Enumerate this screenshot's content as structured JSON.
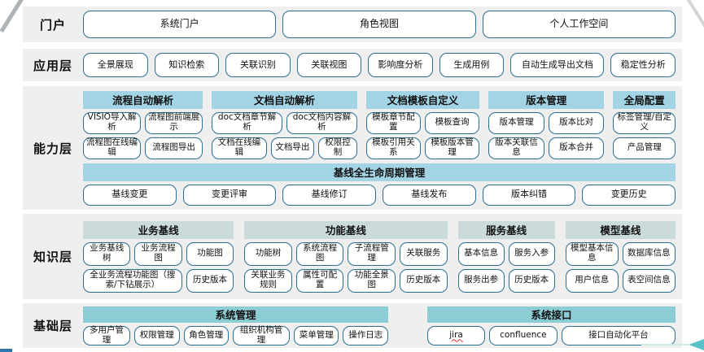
{
  "colors": {
    "band_background": "#efefef",
    "box_border": "#2b6f90",
    "capability_header": "#a3d4e5",
    "knowledge_header": "#cbdbdc",
    "base_header": "#8cccd4",
    "arrow_accent": "#5bc1c8",
    "bottom_left_accent": "#2e78ad",
    "spell_underline": "#e03030"
  },
  "layers": [
    {
      "id": "portal",
      "label": "门户",
      "rows": [
        [
          "系统门户",
          "角色视图",
          "个人工作空间"
        ]
      ]
    },
    {
      "id": "application",
      "label": "应用层",
      "rows": [
        [
          "全景展现",
          "知识检索",
          "关联识别",
          "关联视图",
          "影响度分析",
          "生成用例",
          "自动生成导出文档",
          "稳定性分析"
        ]
      ]
    },
    {
      "id": "capability",
      "label": "能力层",
      "groups": [
        {
          "header": "流程自动解析",
          "rows": [
            [
              "VISIO导入解析",
              "流程图前端展示"
            ],
            [
              "流程图在线编辑",
              "流程图导出"
            ]
          ]
        },
        {
          "header": "文档自动解析",
          "rows": [
            [
              "doc文档章节解析",
              "doc文档内容解析"
            ],
            [
              "文档在线编辑",
              "文档导出",
              "权限控制"
            ]
          ]
        },
        {
          "header": "文档模板自定义",
          "rows": [
            [
              "模板章节配置",
              "模板查询"
            ],
            [
              "模板引用关系",
              "模板版本管理"
            ]
          ]
        },
        {
          "header": "版本管理",
          "rows": [
            [
              "版本管理",
              "版本比对"
            ],
            [
              "版本关联信息",
              "版本合并"
            ]
          ]
        },
        {
          "header": "全局配置",
          "rows": [
            [
              "标签管理/自定义"
            ],
            [
              "产品管理"
            ]
          ]
        }
      ],
      "baseline": {
        "header": "基线全生命周期管理",
        "boxes": [
          "基线变更",
          "变更评审",
          "基线修订",
          "基线发布",
          "版本纠错",
          "变更历史"
        ]
      }
    },
    {
      "id": "knowledge",
      "label": "知识层",
      "groups": [
        {
          "header": "业务基线",
          "rows": [
            [
              "业务基线树",
              "业务流程图",
              "功能图"
            ],
            [
              "全业务流程功能图（搜索/下钻展示）",
              "历史版本"
            ]
          ]
        },
        {
          "header": "功能基线",
          "rows": [
            [
              "功能树",
              "系统流程图",
              "子流程管理",
              "关联服务"
            ],
            [
              "关联业务规则",
              "属性可配置",
              "功能全景图",
              "历史版本"
            ]
          ]
        },
        {
          "header": "服务基线",
          "rows": [
            [
              "基本信息",
              "服务入参"
            ],
            [
              "服务出参",
              "历史版本"
            ]
          ]
        },
        {
          "header": "模型基线",
          "rows": [
            [
              "模型基本信息",
              "数据库信息"
            ],
            [
              "用户信息",
              "表空间信息"
            ]
          ]
        }
      ]
    },
    {
      "id": "base",
      "label": "基础层",
      "groups": [
        {
          "header": "系统管理",
          "rows": [
            [
              "多用户管理",
              "权限管理",
              "角色管理",
              "组织机构管理",
              "菜单管理",
              "操作日志"
            ]
          ]
        },
        {
          "header": "系统接口",
          "rows": [
            [
              {
                "text": "jira",
                "spell_error": true
              },
              "confluence",
              "接口自动化平台"
            ]
          ]
        }
      ]
    }
  ]
}
